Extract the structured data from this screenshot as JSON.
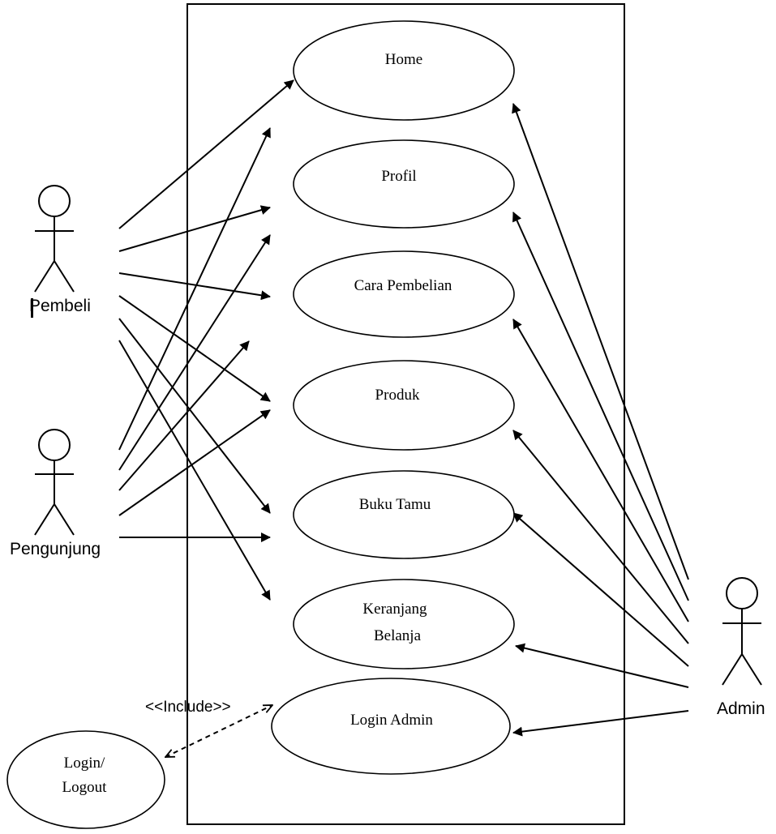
{
  "diagram": {
    "use_cases": {
      "home": [
        "Home"
      ],
      "profil": [
        "Profil"
      ],
      "cara_pembelian": [
        "Cara Pembelian"
      ],
      "produk": [
        "Produk"
      ],
      "buku_tamu": [
        "Buku Tamu"
      ],
      "keranjang_belanja": [
        "Keranjang",
        "Belanja"
      ],
      "login_admin": [
        "Login Admin"
      ],
      "login_logout": [
        "Login/",
        "Logout"
      ]
    },
    "actors": {
      "pembeli": "Pembeli",
      "pengunjung": "Pengunjung",
      "admin": "Admin"
    },
    "include_label": "<<Include>>",
    "relations": {
      "pembeli": [
        "home",
        "profil",
        "cara_pembelian",
        "produk",
        "buku_tamu",
        "keranjang_belanja"
      ],
      "pengunjung": [
        "home",
        "profil",
        "cara_pembelian",
        "produk",
        "buku_tamu"
      ],
      "admin": [
        "home",
        "profil",
        "cara_pembelian",
        "produk",
        "buku_tamu",
        "keranjang_belanja",
        "login_admin"
      ],
      "include": [
        "login_admin",
        "login_logout"
      ]
    }
  }
}
